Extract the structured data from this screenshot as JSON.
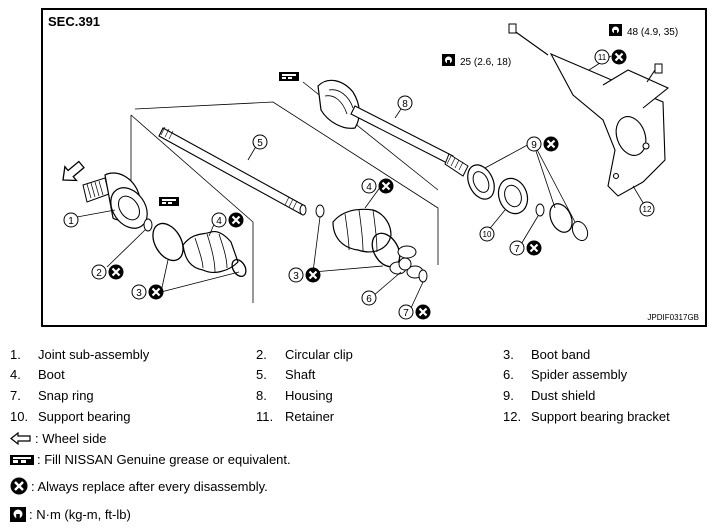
{
  "diagram": {
    "section": "SEC.391",
    "figure_id": "JPDIF0317GB",
    "torque_top_right": "48 (4.9, 35)",
    "torque_top_mid": "25 (2.6, 18)",
    "callouts": [
      "1",
      "2",
      "3",
      "4",
      "5",
      "6",
      "7",
      "8",
      "9",
      "10",
      "11",
      "12"
    ]
  },
  "legend": [
    {
      "num": "1.",
      "label": "Joint sub-assembly"
    },
    {
      "num": "2.",
      "label": "Circular clip"
    },
    {
      "num": "3.",
      "label": "Boot band"
    },
    {
      "num": "4.",
      "label": "Boot"
    },
    {
      "num": "5.",
      "label": "Shaft"
    },
    {
      "num": "6.",
      "label": "Spider assembly"
    },
    {
      "num": "7.",
      "label": "Snap ring"
    },
    {
      "num": "8.",
      "label": "Housing"
    },
    {
      "num": "9.",
      "label": "Dust shield"
    },
    {
      "num": "10.",
      "label": "Support bearing"
    },
    {
      "num": "11.",
      "label": "Retainer"
    },
    {
      "num": "12.",
      "label": "Support bearing bracket"
    }
  ],
  "notes": {
    "wheel_side": ": Wheel side",
    "grease": ": Fill NISSAN Genuine grease or equivalent.",
    "replace": ": Always replace after every disassembly.",
    "torque_unit": ": N·m (kg-m, ft-lb)"
  },
  "icons": [
    "wheel-side-arrow-icon",
    "grease-icon",
    "always-replace-icon",
    "torque-icon"
  ]
}
